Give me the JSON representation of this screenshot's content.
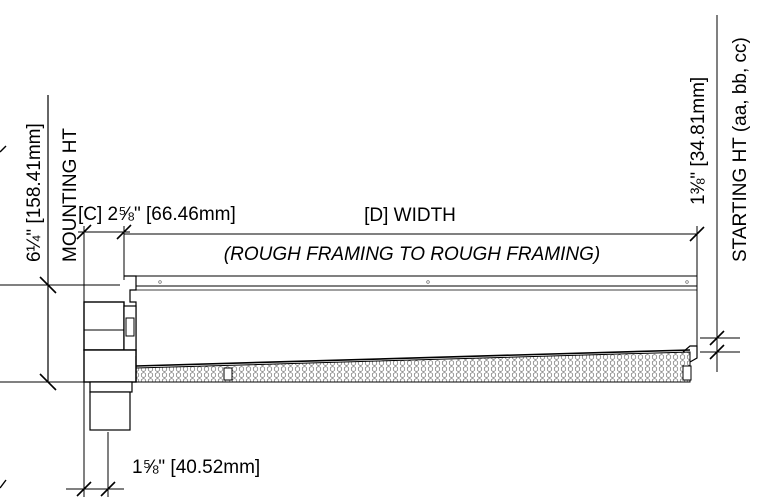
{
  "labels": {
    "mounting_ht": "MOUNTING HT",
    "mounting_ht_dim": "6¼\" [158.41mm]",
    "c_dim": "[C] 2⅝\" [66.46mm]",
    "d_width": "[D] WIDTH",
    "rough_framing": "(ROUGH FRAMING  TO ROUGH FRAMING)",
    "starting_dim": "1⅜\" [34.81mm]",
    "starting_ht": "STARTING HT (aa, bb, cc)",
    "bottom_dim": "1⅝\" [40.52mm]"
  }
}
